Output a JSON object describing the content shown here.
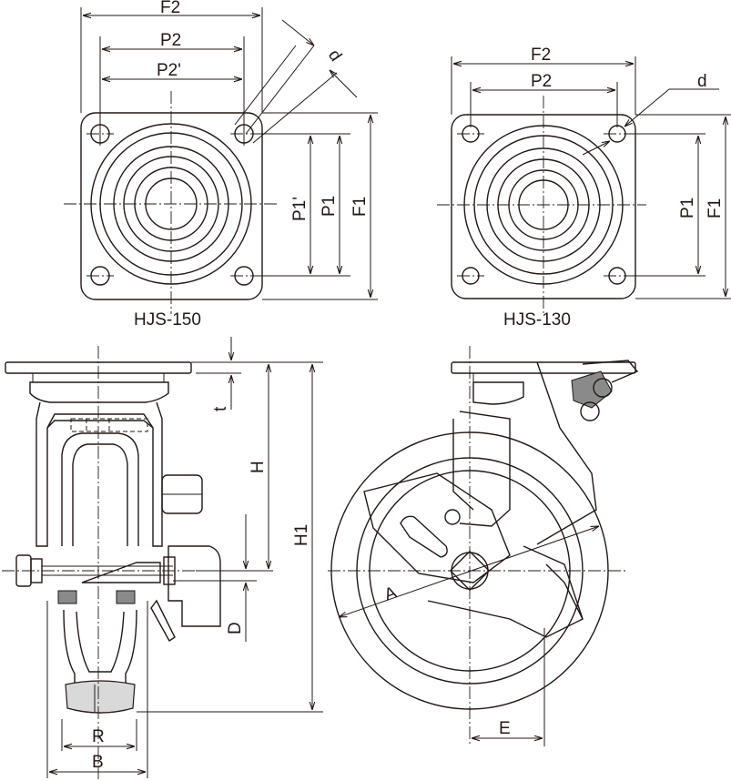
{
  "views": {
    "hjs150_top": {
      "caption": "HJS-150",
      "labels": {
        "f2": "F2",
        "p2": "P2",
        "p2_prime": "P2'",
        "d": "d",
        "p1_prime": "P1'",
        "p1": "P1",
        "f1": "F1"
      }
    },
    "hjs130_top": {
      "caption": "HJS-130",
      "labels": {
        "f2": "F2",
        "p2": "P2",
        "d": "d",
        "p1": "P1",
        "f1": "F1"
      }
    },
    "front": {
      "labels": {
        "t": "t",
        "h": "H",
        "h1": "H1",
        "d": "D",
        "r": "R",
        "b": "B"
      }
    },
    "side": {
      "labels": {
        "a": "A",
        "e": "E"
      }
    }
  }
}
